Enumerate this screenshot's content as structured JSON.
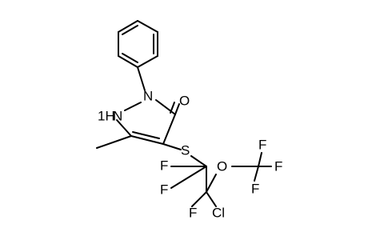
{
  "molecule": {
    "atoms": {
      "O_carbonyl": "O",
      "NH": "1H",
      "N_ring": "N",
      "S": "S",
      "O_ether": "O",
      "F1": "F",
      "F2": "F",
      "F3": "F",
      "F4": "F",
      "F5": "F",
      "F6": "F",
      "Cl": "Cl"
    }
  }
}
